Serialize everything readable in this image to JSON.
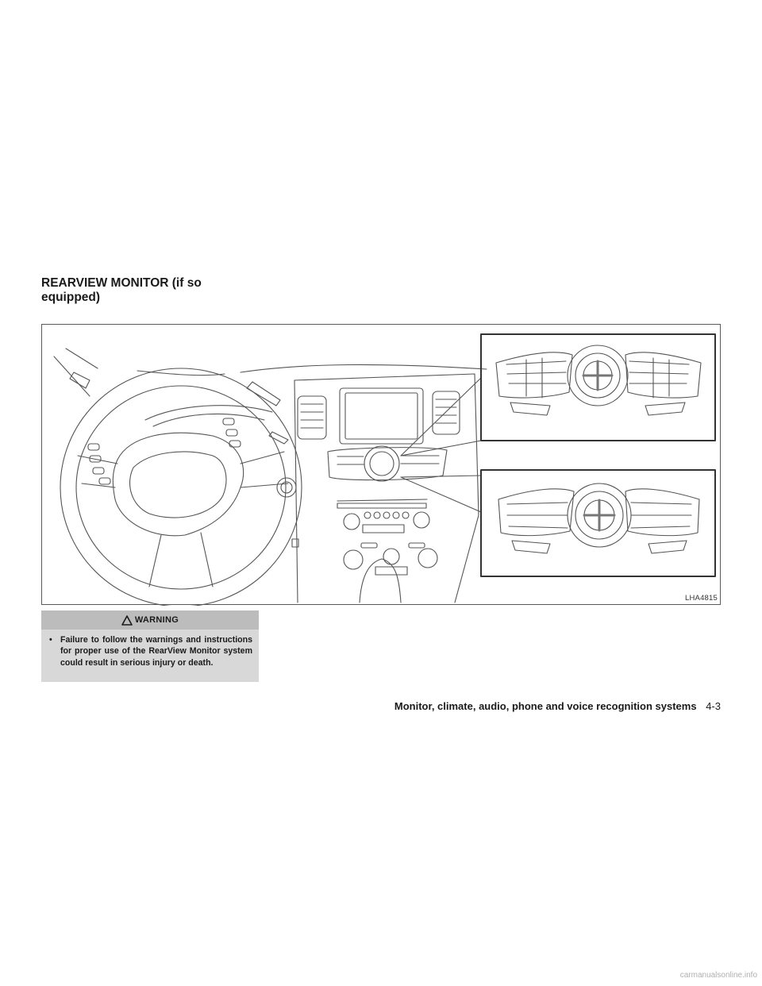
{
  "section": {
    "heading": "REARVIEW MONITOR (if so equipped)"
  },
  "figure": {
    "code": "LHA4815"
  },
  "warning": {
    "title": "WARNING",
    "icon": "warning-triangle-icon",
    "bullet": "•",
    "text": "Failure to follow the warnings and instructions for proper use of the RearView Monitor system could result in serious injury or death."
  },
  "footer": {
    "title": "Monitor, climate, audio, phone and voice recognition systems",
    "page": "4-3"
  },
  "watermark": {
    "text": "carmanualsonline.info"
  }
}
